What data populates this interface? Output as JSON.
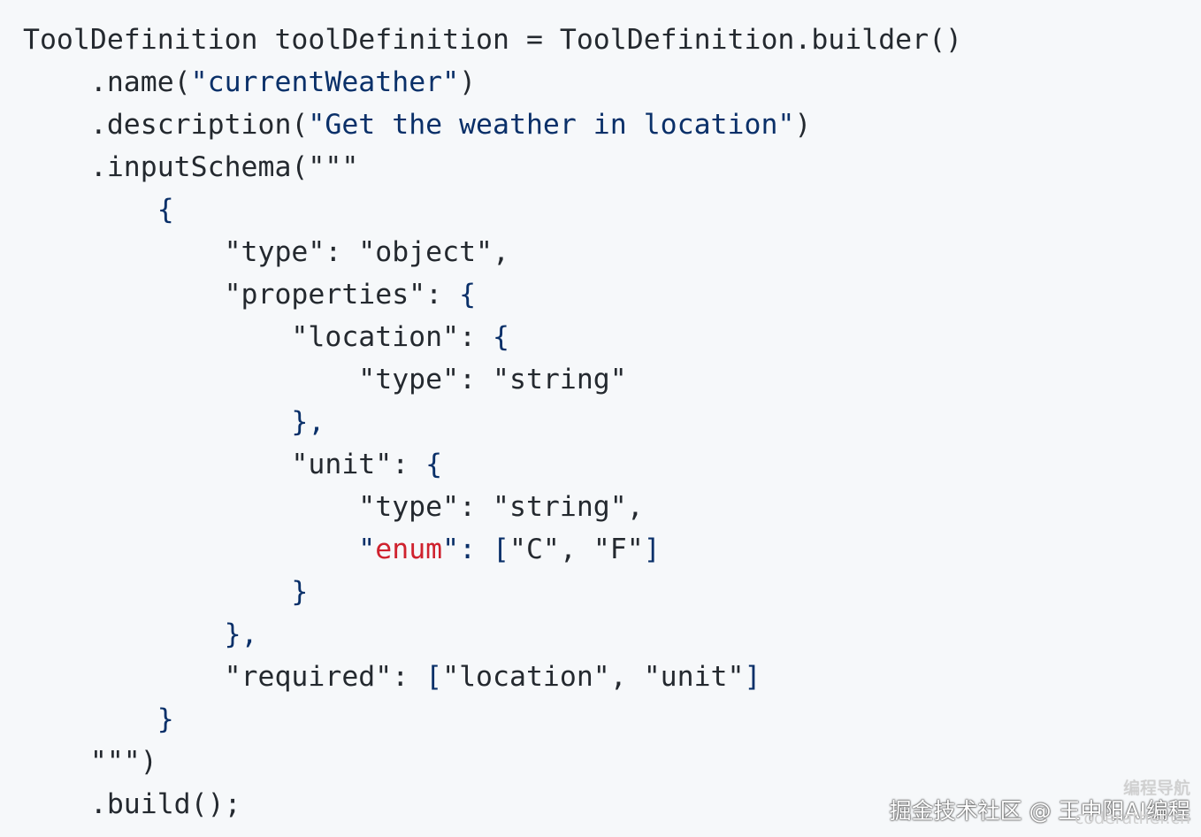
{
  "code": {
    "language": "java",
    "lines": [
      [
        {
          "t": "ToolDefinition toolDefinition = ToolDefinition.builder()",
          "k": "p"
        }
      ],
      [
        {
          "t": "    .name(",
          "k": "p"
        },
        {
          "t": "\"currentWeather\"",
          "k": "s"
        },
        {
          "t": ")",
          "k": "p"
        }
      ],
      [
        {
          "t": "    .description(",
          "k": "p"
        },
        {
          "t": "\"Get the weather in location\"",
          "k": "s"
        },
        {
          "t": ")",
          "k": "p"
        }
      ],
      [
        {
          "t": "    .inputSchema(\"\"\"",
          "k": "p"
        }
      ],
      [
        {
          "t": "        {",
          "k": "s"
        }
      ],
      [
        {
          "t": "            \"type\": \"object\",",
          "k": "p"
        }
      ],
      [
        {
          "t": "            \"properties\": ",
          "k": "p"
        },
        {
          "t": "{",
          "k": "s"
        }
      ],
      [
        {
          "t": "                \"location\": ",
          "k": "p"
        },
        {
          "t": "{",
          "k": "s"
        }
      ],
      [
        {
          "t": "                    \"type\": \"string\"",
          "k": "p"
        }
      ],
      [
        {
          "t": "                },",
          "k": "s"
        }
      ],
      [
        {
          "t": "                \"unit\": ",
          "k": "p"
        },
        {
          "t": "{",
          "k": "s"
        }
      ],
      [
        {
          "t": "                    \"type\": \"string\",",
          "k": "p"
        }
      ],
      [
        {
          "t": "                    \"",
          "k": "s"
        },
        {
          "t": "enum",
          "k": "e"
        },
        {
          "t": "\": ",
          "k": "s"
        },
        {
          "t": "[",
          "k": "s"
        },
        {
          "t": "\"C\", \"F\"",
          "k": "p"
        },
        {
          "t": "]",
          "k": "s"
        }
      ],
      [
        {
          "t": "                }",
          "k": "s"
        }
      ],
      [
        {
          "t": "            },",
          "k": "s"
        }
      ],
      [
        {
          "t": "            \"required\": ",
          "k": "p"
        },
        {
          "t": "[",
          "k": "s"
        },
        {
          "t": "\"location\", \"unit\"",
          "k": "p"
        },
        {
          "t": "]",
          "k": "s"
        }
      ],
      [
        {
          "t": "        }",
          "k": "s"
        }
      ],
      [
        {
          "t": "    \"\"\")",
          "k": "p"
        }
      ],
      [
        {
          "t": "    .build();",
          "k": "p"
        }
      ]
    ]
  },
  "watermark": {
    "main": "掘金技术社区 @ 王中阳AI编程",
    "site_top": "编程导航",
    "site_bottom": "coderather.cn"
  },
  "colors": {
    "background": "#f6f8fa",
    "plain": "#24292f",
    "string": "#0a3069",
    "keyword": "#cf222e"
  }
}
